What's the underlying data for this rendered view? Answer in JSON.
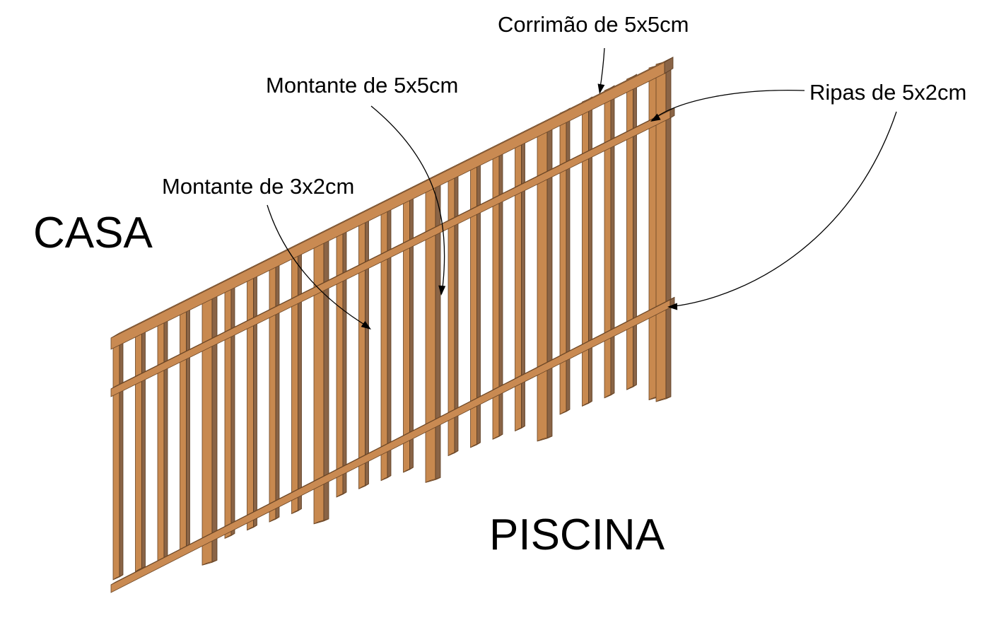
{
  "labels": {
    "handrail": "Corrimão de 5x5cm",
    "post_large": "Montante de 5x5cm",
    "slats": "Ripas de 5x2cm",
    "post_small": "Montante de 3x2cm"
  },
  "sides": {
    "house": "CASA",
    "pool": "PISCINA"
  },
  "colors": {
    "wood_face": "#c8894f",
    "wood_side": "#8a6446",
    "wood_top": "#dda06a",
    "outline": "#6b4626",
    "ink": "#000000"
  }
}
